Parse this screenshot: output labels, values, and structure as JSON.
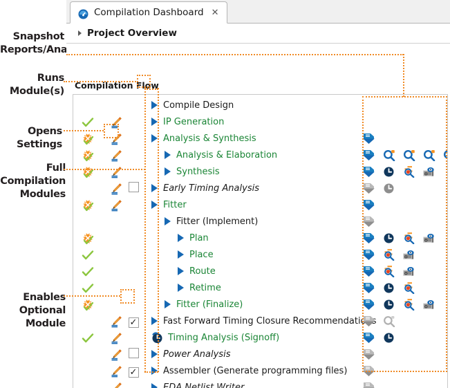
{
  "window": {
    "tab": {
      "title": "Compilation Dashboard",
      "icon": "dashboard-gauge-icon",
      "close_icon": "close-icon"
    },
    "project_overview": {
      "label": "Project Overview",
      "expander_icon": "chevron-right-icon"
    },
    "compilation_flow_title": "Compilation Flow",
    "hscrollbar": {
      "left_arrow_icon": "scroll-left-arrow-icon"
    }
  },
  "annotations": [
    {
      "id": "snapshot-reports",
      "text": "Snapshot\nReports/Analysis"
    },
    {
      "id": "runs-modules",
      "text": "Runs Module(s)"
    },
    {
      "id": "opens-settings",
      "text": "Opens Settings"
    },
    {
      "id": "full-compilation",
      "text": "Full Compilation\nModules"
    },
    {
      "id": "enables-optional",
      "text": "Enables Optional\nModule"
    }
  ],
  "colors": {
    "accent_orange": "#f08a24",
    "link_blue": "#1668b3",
    "success_green": "#1a8535",
    "check_green": "#8cc63f",
    "warn_orange": "#f79321",
    "icon_gray": "#9a9a9a",
    "dark_navy": "#10375c"
  },
  "rows": [
    {
      "indent": 0,
      "label": "Compile Design",
      "style": "plain",
      "run": true,
      "status": "none",
      "edit": false,
      "checkbox": "none",
      "icons": []
    },
    {
      "indent": 0,
      "label": "IP Generation",
      "style": "green",
      "run": true,
      "status": "check",
      "edit": true,
      "checkbox": "none",
      "icons": []
    },
    {
      "indent": 0,
      "label": "Analysis & Synthesis",
      "style": "green",
      "run": true,
      "status": "snapshot",
      "edit": true,
      "checkbox": "none",
      "icons": [
        "report-blue"
      ]
    },
    {
      "indent": 1,
      "label": "Analysis & Elaboration",
      "style": "green",
      "run": true,
      "status": "snapshot",
      "edit": true,
      "checkbox": "none",
      "icons": [
        "report-blue",
        "search-blue",
        "search-blue",
        "search-blue",
        "search-blue"
      ]
    },
    {
      "indent": 1,
      "label": "Synthesis",
      "style": "green",
      "run": true,
      "status": "snapshot",
      "edit": true,
      "checkbox": "none",
      "icons": [
        "report-blue",
        "clock-blue",
        "analysis-search",
        "snapshot-camera"
      ]
    },
    {
      "indent": 0,
      "label": "Early Timing Analysis",
      "style": "italic",
      "run": true,
      "status": "none",
      "edit": true,
      "checkbox": "unchecked",
      "icons": [
        "report-gray",
        "clock-gray"
      ]
    },
    {
      "indent": 0,
      "label": "Fitter",
      "style": "green",
      "run": true,
      "status": "snapshot",
      "edit": true,
      "checkbox": "none",
      "icons": [
        "report-blue"
      ]
    },
    {
      "indent": 1,
      "label": "Fitter (Implement)",
      "style": "plain",
      "run": true,
      "status": "none",
      "edit": false,
      "checkbox": "none",
      "icons": [
        "report-gray"
      ]
    },
    {
      "indent": 2,
      "label": "Plan",
      "style": "green",
      "run": true,
      "status": "snapshot",
      "edit": false,
      "checkbox": "none",
      "icons": [
        "report-blue",
        "clock-blue",
        "analysis-search",
        "snapshot-camera"
      ]
    },
    {
      "indent": 2,
      "label": "Place",
      "style": "green",
      "run": true,
      "status": "check",
      "edit": false,
      "checkbox": "none",
      "icons": [
        "report-blue",
        "analysis-search",
        "snapshot-camera"
      ]
    },
    {
      "indent": 2,
      "label": "Route",
      "style": "green",
      "run": true,
      "status": "check",
      "edit": false,
      "checkbox": "none",
      "icons": [
        "report-blue",
        "analysis-search",
        "snapshot-camera"
      ]
    },
    {
      "indent": 2,
      "label": "Retime",
      "style": "green",
      "run": true,
      "status": "check",
      "edit": false,
      "checkbox": "none",
      "icons": [
        "report-blue",
        "clock-blue",
        "analysis-search"
      ]
    },
    {
      "indent": 1,
      "label": "Fitter (Finalize)",
      "style": "green",
      "run": true,
      "status": "snapshot",
      "edit": false,
      "checkbox": "none",
      "icons": [
        "report-blue",
        "clock-blue",
        "analysis-search",
        "snapshot-camera"
      ]
    },
    {
      "indent": 0,
      "label": "Fast Forward Timing Closure Recommendations",
      "style": "plain",
      "run": true,
      "status": "none",
      "edit": true,
      "checkbox": "checked",
      "icons": [
        "report-gray",
        "search-gray"
      ]
    },
    {
      "indent": 0,
      "label": "Timing Analysis (Signoff)",
      "style": "green",
      "run": false,
      "runicon": "clock-timing-icon",
      "status": "check",
      "edit": true,
      "checkbox": "none",
      "icons": [
        "report-blue",
        "clock-blue"
      ]
    },
    {
      "indent": 0,
      "label": "Power Analysis",
      "style": "italic",
      "run": true,
      "status": "none",
      "edit": true,
      "checkbox": "unchecked",
      "icons": [
        "report-gray"
      ]
    },
    {
      "indent": 0,
      "label": "Assembler (Generate programming files)",
      "style": "plain",
      "run": true,
      "status": "none",
      "edit": true,
      "checkbox": "checked",
      "icons": [
        "report-gray"
      ]
    },
    {
      "indent": 0,
      "label": "EDA Netlist Writer",
      "style": "italic",
      "run": true,
      "status": "none",
      "edit": true,
      "checkbox": "none",
      "icons": [
        "report-gray"
      ]
    }
  ],
  "icon_names": {
    "check": "green-check-icon",
    "snapshot": "snapshot-status-icon",
    "edit": "edit-settings-pencil-icon",
    "run": "run-module-play-icon",
    "report-blue": "report-download-icon",
    "report-gray": "report-download-disabled-icon",
    "search-blue": "search-report-icon",
    "search-gray": "search-report-disabled-icon",
    "clock-blue": "timing-clock-icon",
    "clock-gray": "timing-clock-disabled-icon",
    "analysis-search": "analysis-search-icon",
    "snapshot-camera": "snapshot-camera-icon"
  }
}
